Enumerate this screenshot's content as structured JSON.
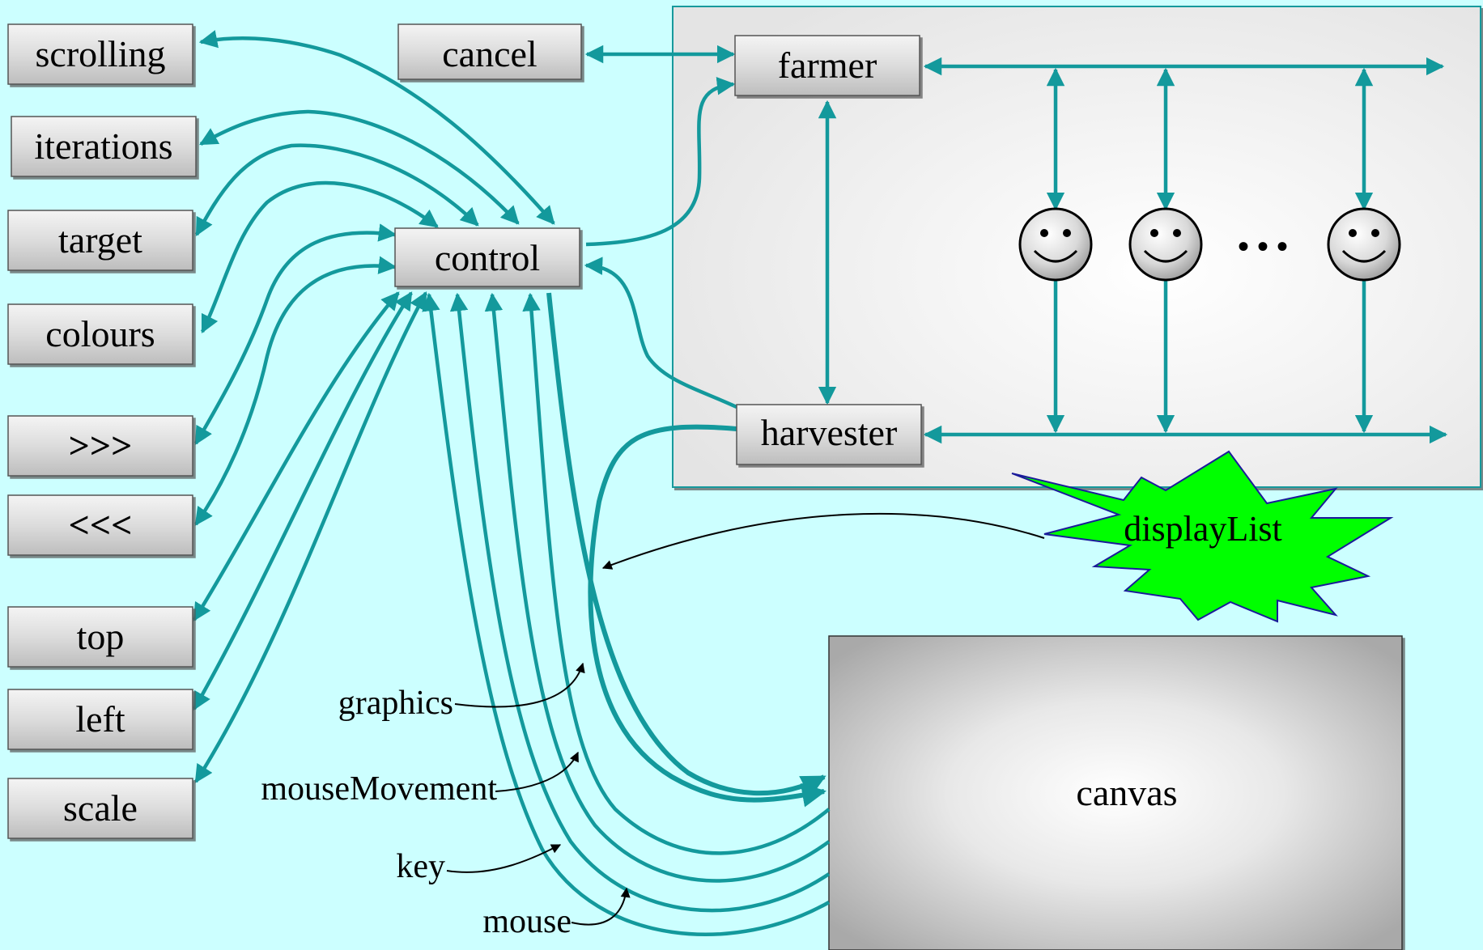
{
  "left_buttons": [
    {
      "id": "scrolling",
      "label": "scrolling"
    },
    {
      "id": "iterations",
      "label": "iterations"
    },
    {
      "id": "target",
      "label": "target"
    },
    {
      "id": "colours",
      "label": "colours"
    },
    {
      "id": "forward",
      "label": ">>>"
    },
    {
      "id": "back",
      "label": "<<<"
    },
    {
      "id": "top",
      "label": "top"
    },
    {
      "id": "left",
      "label": "left"
    },
    {
      "id": "scale",
      "label": "scale"
    }
  ],
  "nodes": {
    "cancel": "cancel",
    "control": "control",
    "farmer": "farmer",
    "harvester": "harvester",
    "canvas": "canvas",
    "display_list": "displayList",
    "ellipsis": "• • •"
  },
  "channel_labels": {
    "graphics": "graphics",
    "mouse_movement": "mouseMovement",
    "key": "key",
    "mouse": "mouse"
  },
  "worker_count_shown": 3,
  "colors": {
    "background": "#ccffff",
    "arrow": "#13999c",
    "star_fill": "#00ff00",
    "star_outline": "#1a1a9a"
  },
  "icons": {
    "worker": "smiley-face-icon",
    "display_list": "starburst-icon"
  }
}
